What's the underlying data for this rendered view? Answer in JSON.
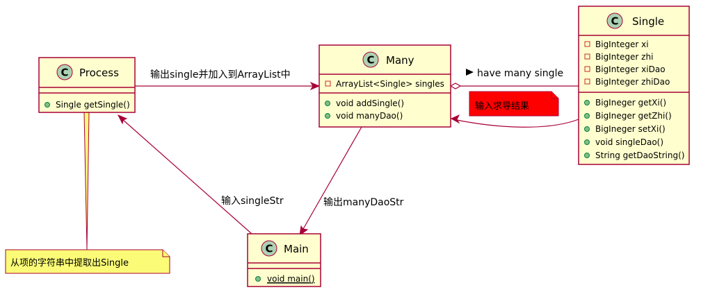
{
  "classes": {
    "process": {
      "badge": "C",
      "name": "Process",
      "fields": [],
      "methods": [
        {
          "vis": "public",
          "text": "Single getSingle()"
        }
      ]
    },
    "many": {
      "badge": "C",
      "name": "Many",
      "fields": [
        {
          "vis": "private",
          "text": "ArrayList<Single> singles"
        }
      ],
      "methods": [
        {
          "vis": "public",
          "text": "void addSingle()"
        },
        {
          "vis": "public",
          "text": "void manyDao()"
        }
      ]
    },
    "single": {
      "badge": "C",
      "name": "Single",
      "fields": [
        {
          "vis": "private",
          "text": "BigInteger xi"
        },
        {
          "vis": "private",
          "text": "BigInteger zhi"
        },
        {
          "vis": "private",
          "text": "BigInteger xiDao"
        },
        {
          "vis": "private",
          "text": "BigInteger zhiDao"
        }
      ],
      "methods": [
        {
          "vis": "public",
          "text": "BigIneger getXi()"
        },
        {
          "vis": "public",
          "text": "BigIneger getZhi()"
        },
        {
          "vis": "public",
          "text": "BigIneger setXi()"
        },
        {
          "vis": "public",
          "text": "void singleDao()"
        },
        {
          "vis": "public",
          "text": "String getDaoString()"
        }
      ]
    },
    "main": {
      "badge": "C",
      "name": "Main",
      "fields": [],
      "methods": [
        {
          "vis": "public",
          "text": "void main()",
          "static": true
        }
      ]
    }
  },
  "edges": {
    "process_to_many": "输出single并加入到ArrayList中",
    "many_single": "have many single",
    "many_to_main": "输出manyDaoStr",
    "main_to_process": "输入singleStr"
  },
  "notes": {
    "process_note": "从项的字符串中提取出Single",
    "single_note": "输入求导结果"
  },
  "colors": {
    "class_fill": "#FEFECE",
    "border": "#A80036",
    "badge": "#ADD1B2",
    "note_yellow": "#FBFB77",
    "note_red": "#FF0000",
    "private_icon": "#C82930",
    "public_icon": "#84BE84"
  }
}
